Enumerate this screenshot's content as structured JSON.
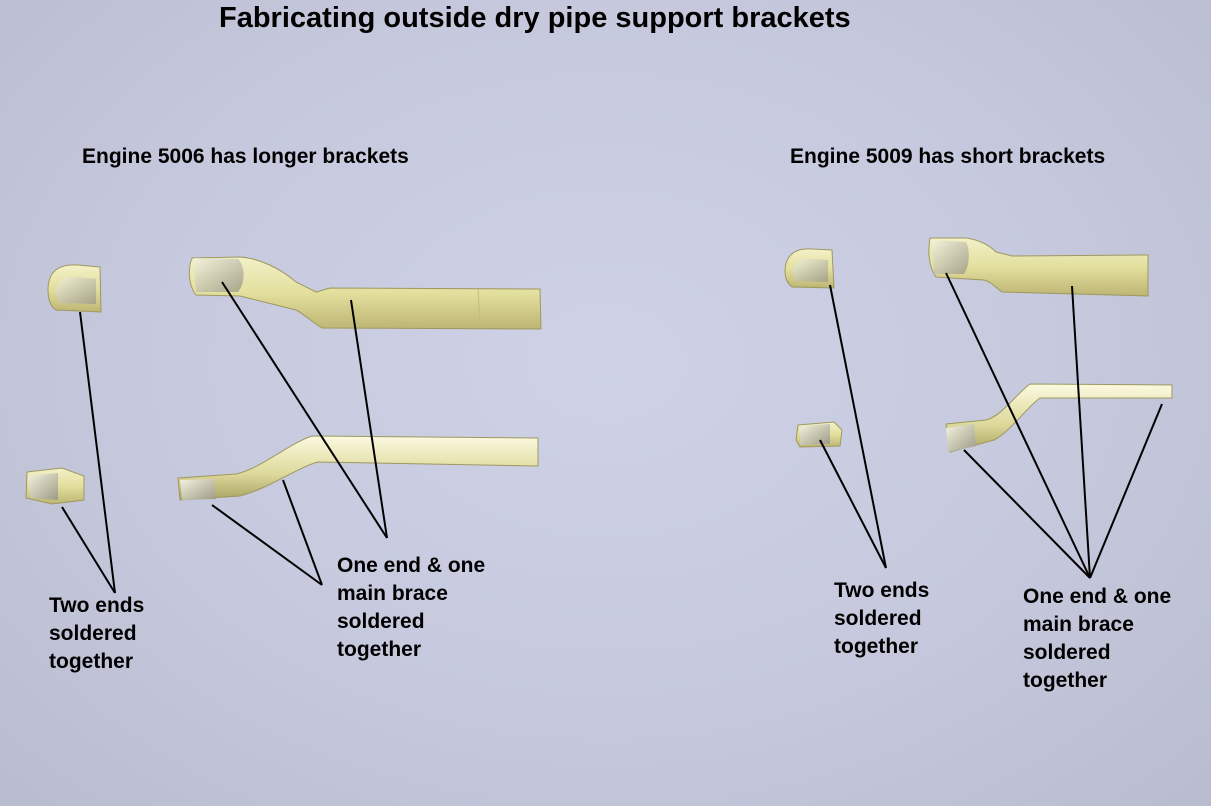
{
  "title": "Fabricating outside dry pipe support brackets",
  "left_section": {
    "heading": "Engine 5006 has longer brackets",
    "ends_label": [
      "Two ends",
      "soldered",
      "together"
    ],
    "brace_label": [
      "One end & one",
      "main brace",
      "soldered",
      "together"
    ]
  },
  "right_section": {
    "heading": "Engine 5009 has short brackets",
    "ends_label": [
      "Two ends",
      "soldered",
      "together"
    ],
    "brace_label": [
      "One end & one",
      "main brace",
      "soldered",
      "together"
    ]
  },
  "colors": {
    "background": "#c8cbe0",
    "brass": "#e6e3a6",
    "brass_shadow": "#b8b270",
    "text": "#000000"
  }
}
